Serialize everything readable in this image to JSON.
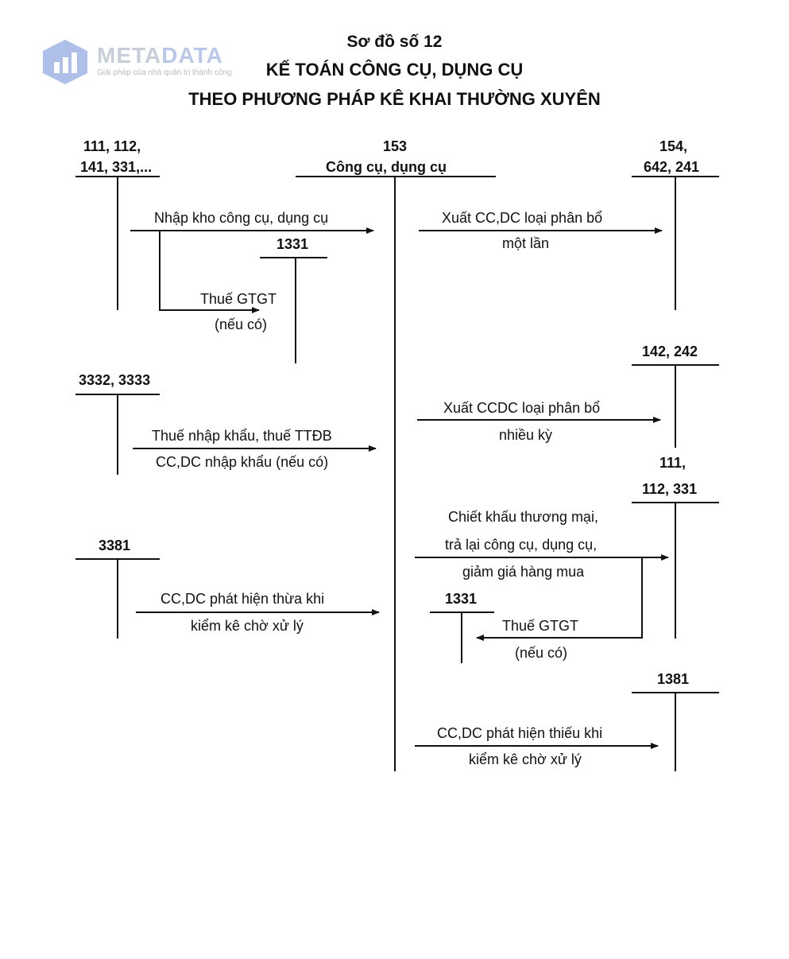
{
  "logo": {
    "brand_part1": "META",
    "brand_part2": "DATA",
    "tagline": "Giải pháp của nhà quản trị thành công"
  },
  "header": {
    "subtitle": "Sơ đồ số 12",
    "title_line1": "KẾ TOÁN CÔNG CỤ, DỤNG CỤ",
    "title_line2": "THEO PHƯƠNG PHÁP KÊ KHAI THƯỜNG XUYÊN"
  },
  "accounts": {
    "a111_line1": "111, 112,",
    "a111_line2": "141, 331,...",
    "center_code": "153",
    "center_name": "Công cụ, dụng cụ",
    "a154_line1": "154,",
    "a154_line2": "642, 241",
    "a1331_left": "1331",
    "a142": "142, 242",
    "a3332": "3332, 3333",
    "a111b_line1": "111,",
    "a111b_line2": "112, 331",
    "a3381": "3381",
    "a1331_right": "1331",
    "a1381": "1381"
  },
  "labels": {
    "import_tools": "Nhập kho công cụ, dụng cụ",
    "vat_left_1": "Thuế GTGT",
    "vat_left_2": "(nếu có)",
    "issue_one_1": "Xuất CC,DC loại phân bổ",
    "issue_one_2": "một lần",
    "issue_multi_1": "Xuất CCDC loại phân bổ",
    "issue_multi_2": "nhiều kỳ",
    "import_tax_1": "Thuế nhập khẩu, thuế TTĐB",
    "import_tax_2": "CC,DC nhập khẩu (nếu có)",
    "discount_1": "Chiết khấu thương mại,",
    "discount_2": "trả lại công cụ, dụng cụ,",
    "discount_3": "giảm giá hàng mua",
    "vat_right_1": "Thuế GTGT",
    "vat_right_2": "(nếu có)",
    "surplus_1": "CC,DC phát hiện thừa khi",
    "surplus_2": "kiểm kê chờ xử lý",
    "shortage_1": "CC,DC phát hiện thiếu khi",
    "shortage_2": "kiểm kê chờ xử lý"
  },
  "colors": {
    "ink": "#111111",
    "logo_blue": "#a9bde6",
    "logo_gray": "#c7ced8"
  }
}
